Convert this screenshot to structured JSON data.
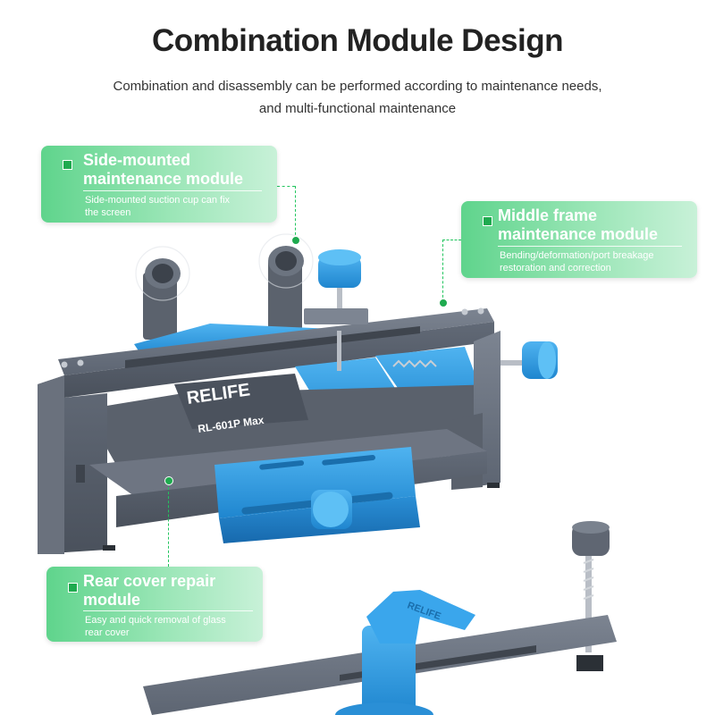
{
  "header": {
    "title": "Combination Module Design",
    "subtitle_line1": "Combination and disassembly can be performed according to maintenance needs,",
    "subtitle_line2": "and multi-functional maintenance"
  },
  "callouts": [
    {
      "heading_line1": "Side-mounted",
      "heading_line2": "maintenance module",
      "desc_line1": "Side-mounted suction cup can fix",
      "desc_line2": "the screen"
    },
    {
      "heading_line1": "Middle frame",
      "heading_line2": "maintenance module",
      "desc_line1": "Bending/deformation/port breakage",
      "desc_line2": "restoration and correction"
    },
    {
      "heading_line1": "Rear cover repair",
      "heading_line2": "module",
      "desc_line1": "Easy and quick removal of glass",
      "desc_line2": "rear cover"
    }
  ],
  "product": {
    "brand": "RELIFE",
    "model": "RL-601P Max",
    "brand_small": "RELIFE"
  },
  "colors": {
    "accent_green": "#22c55e",
    "tool_blue": "#2f9be0",
    "frame_gray": "#6b7380"
  }
}
